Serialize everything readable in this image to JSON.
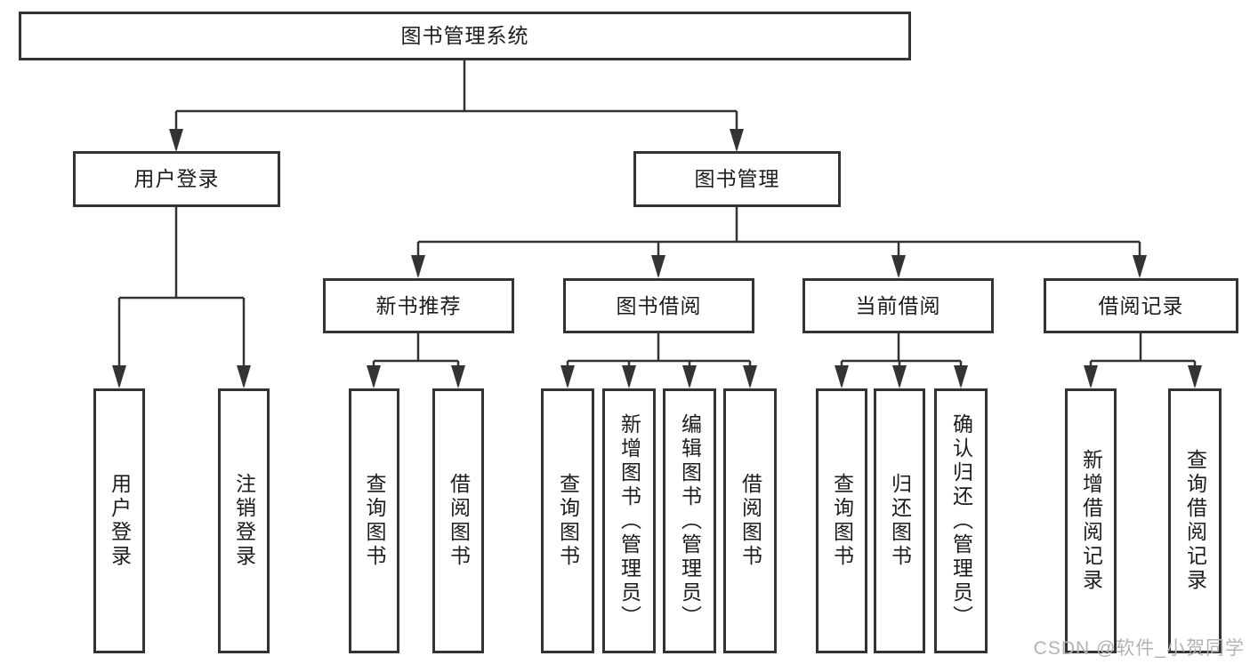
{
  "tree": {
    "root": "图书管理系统",
    "children": [
      {
        "label": "用户登录",
        "leaves": [
          "用户登录",
          "注销登录"
        ]
      },
      {
        "label": "图书管理",
        "children": [
          {
            "label": "新书推荐",
            "leaves": [
              "查询图书",
              "借阅图书"
            ]
          },
          {
            "label": "图书借阅",
            "leaves": [
              "查询图书",
              "新增图书（管理员）",
              "编辑图书（管理员）",
              "借阅图书"
            ]
          },
          {
            "label": "当前借阅",
            "leaves": [
              "查询图书",
              "归还图书",
              "确认归还（管理员）"
            ]
          },
          {
            "label": "借阅记录",
            "leaves": [
              "新增借阅记录",
              "查询借阅记录"
            ]
          }
        ]
      }
    ]
  },
  "watermark": {
    "text": "CSDN @软件_小贺同学"
  },
  "colors": {
    "line": "#333333",
    "text": "#1c1c1c",
    "watermark": "#b3b3b3",
    "background": "#ffffff"
  }
}
